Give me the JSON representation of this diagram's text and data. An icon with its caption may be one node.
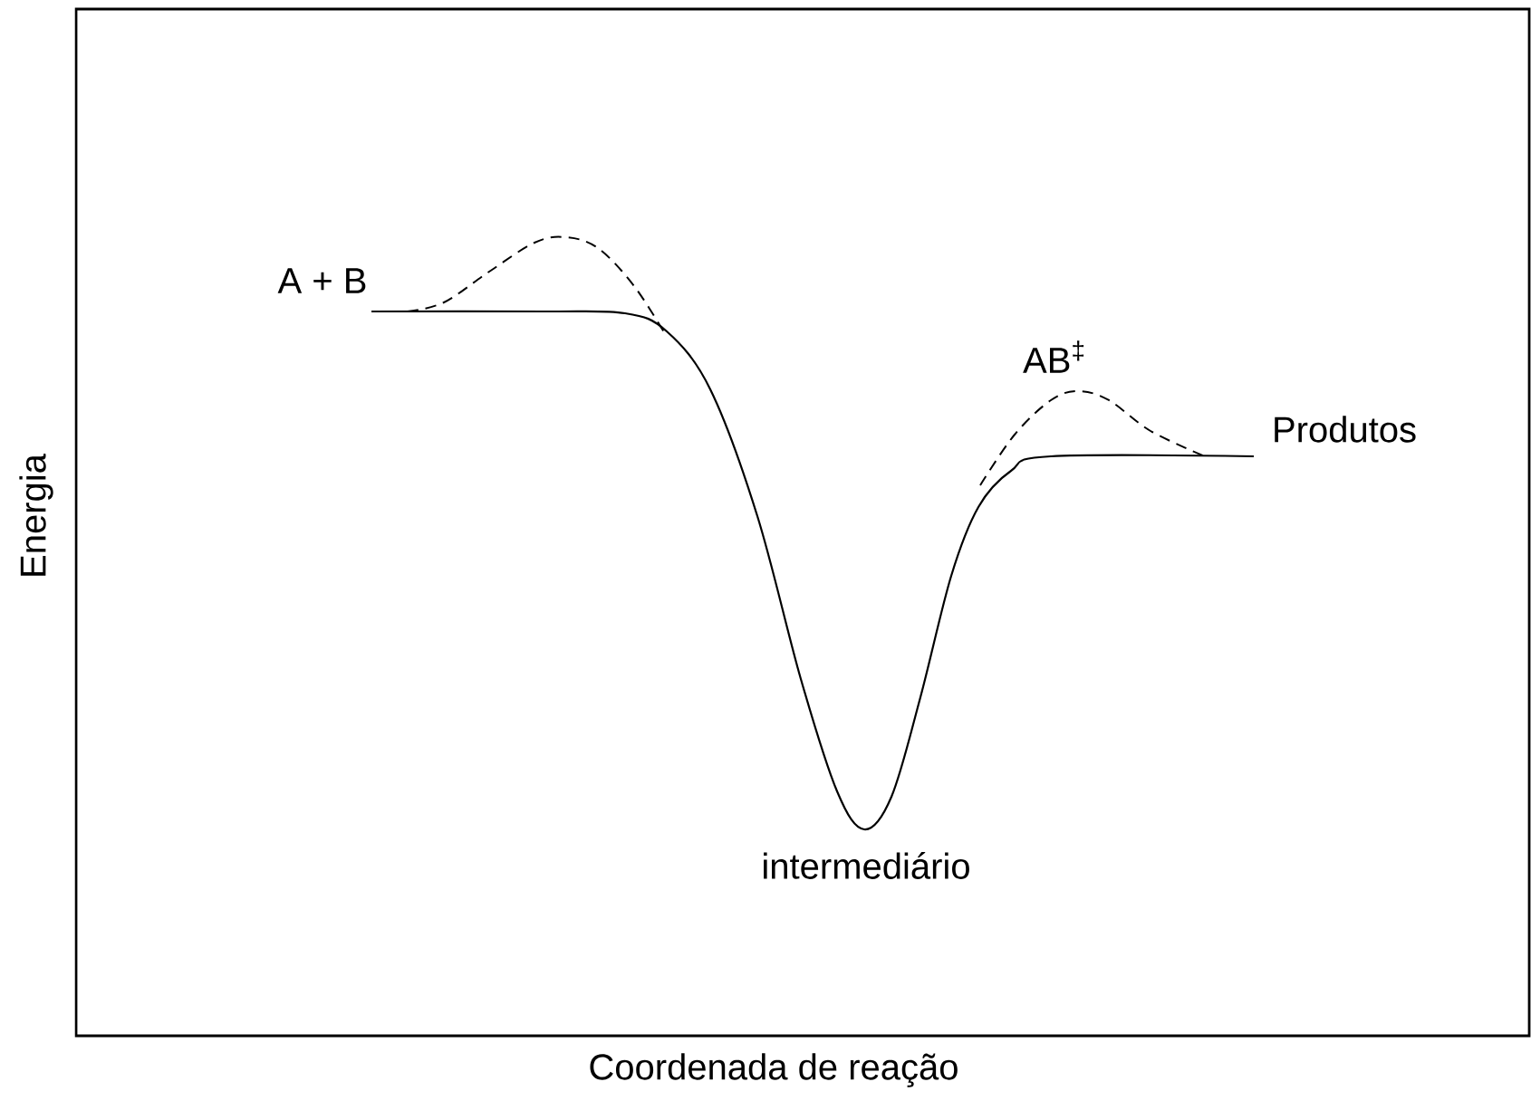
{
  "diagram": {
    "labels": [
      "A + B",
      "AB$^{‡}$",
      "Produtos",
      "intermediário",
      "Energia",
      "Coordenada de reação"
    ]
  }
}
